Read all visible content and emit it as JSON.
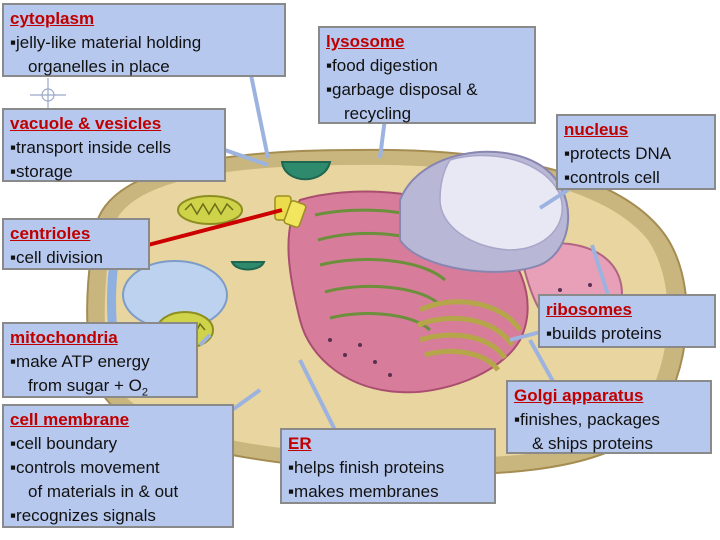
{
  "labels": {
    "cytoplasm": {
      "title": "cytoplasm",
      "lines": [
        "▪jelly-like material holding",
        "organelles in place"
      ]
    },
    "lysosome": {
      "title": "lysosome",
      "lines": [
        "▪food digestion",
        "▪garbage disposal &",
        "recycling"
      ]
    },
    "vacuole": {
      "title": "vacuole & vesicles",
      "lines": [
        "▪transport inside cells",
        "▪storage"
      ]
    },
    "nucleus": {
      "title": "nucleus",
      "lines": [
        "▪protects DNA",
        "▪controls cell"
      ]
    },
    "centrioles": {
      "title": "centrioles",
      "lines": [
        "▪cell division"
      ]
    },
    "ribosomes": {
      "title": "ribosomes",
      "lines": [
        "▪builds proteins"
      ]
    },
    "mitochondria": {
      "title": "mitochondria",
      "lines": [
        "▪make ATP energy",
        "from sugar + O",
        "2"
      ]
    },
    "golgi": {
      "title": "Golgi apparatus",
      "lines": [
        "▪finishes, packages",
        "& ships proteins"
      ]
    },
    "membrane": {
      "title": "cell membrane",
      "lines": [
        "▪cell boundary",
        "▪controls movement",
        "of materials in & out",
        "▪recognizes signals"
      ]
    },
    "er": {
      "title": "ER",
      "lines": [
        "▪helps finish proteins",
        "▪makes membranes"
      ]
    }
  },
  "colors": {
    "label_bg": "#b7c8ee",
    "title": "#c00000",
    "cytoplasm": "#e3cf97",
    "membrane": "#c9b67e",
    "er": "#d77d9b",
    "nucleus": "#b8b7d6",
    "mitochondria": "#cfd34a",
    "pointer": "#9db3df",
    "centriole_pointer": "#cc0000"
  }
}
